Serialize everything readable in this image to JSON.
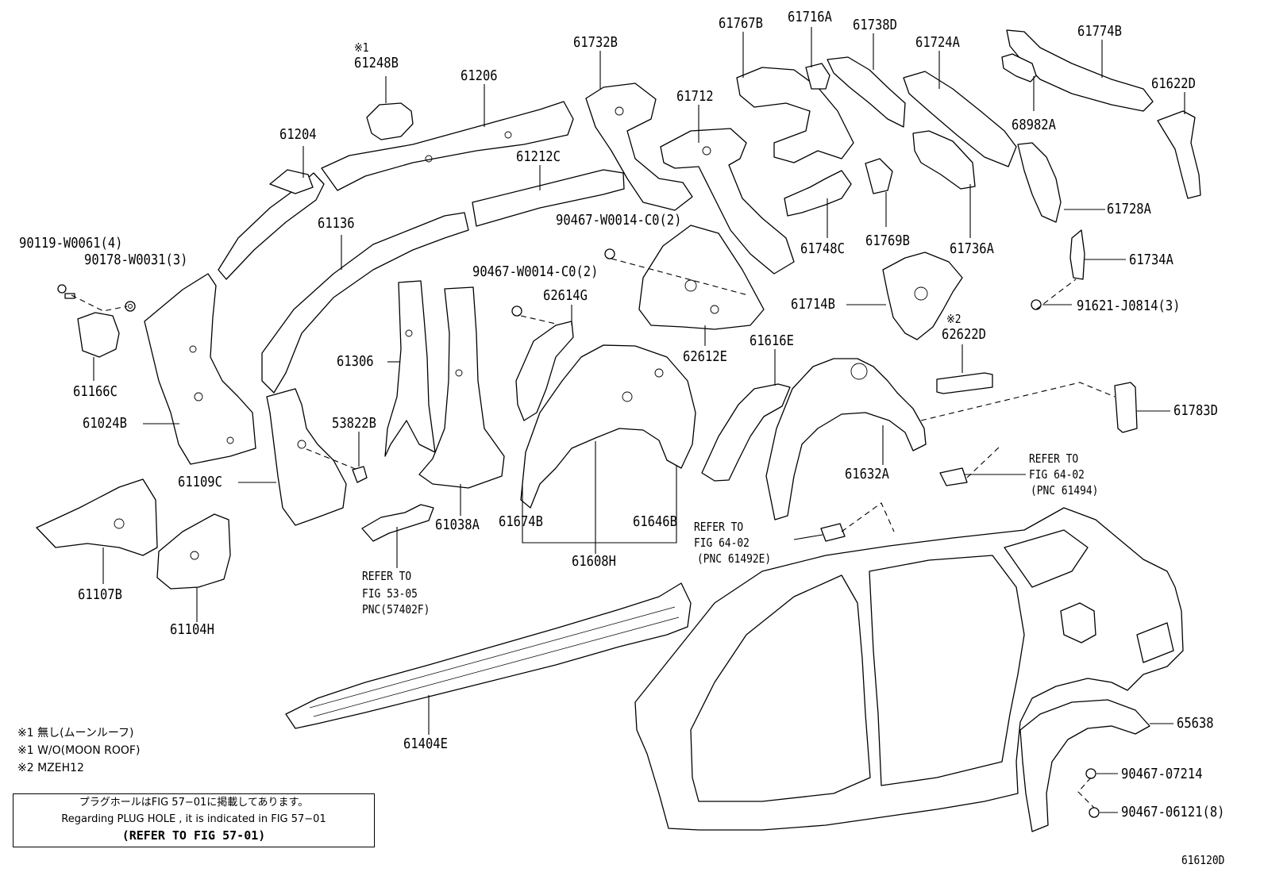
{
  "diagram_id": "616120D",
  "part_labels": [
    {
      "id": "p61248B",
      "text": "61248B"
    },
    {
      "id": "p61206",
      "text": "61206"
    },
    {
      "id": "p61732B",
      "text": "61732B"
    },
    {
      "id": "p61767B",
      "text": "61767B"
    },
    {
      "id": "p61716A",
      "text": "61716A"
    },
    {
      "id": "p61738D",
      "text": "61738D"
    },
    {
      "id": "p61724A",
      "text": "61724A"
    },
    {
      "id": "p61774B",
      "text": "61774B"
    },
    {
      "id": "p61622D",
      "text": "61622D"
    },
    {
      "id": "p61204",
      "text": "61204"
    },
    {
      "id": "p61712",
      "text": "61712"
    },
    {
      "id": "p68982A",
      "text": "68982A"
    },
    {
      "id": "p61212C",
      "text": "61212C"
    },
    {
      "id": "p61728A",
      "text": "61728A"
    },
    {
      "id": "p61136",
      "text": "61136"
    },
    {
      "id": "p90467a",
      "text": "90467-W0014-C0(2)"
    },
    {
      "id": "p61748C",
      "text": "61748C"
    },
    {
      "id": "p61769B",
      "text": "61769B"
    },
    {
      "id": "p61736A",
      "text": "61736A"
    },
    {
      "id": "p90119",
      "text": "90119-W0061(4)"
    },
    {
      "id": "p90178",
      "text": "90178-W0031(3)"
    },
    {
      "id": "p61734A",
      "text": "61734A"
    },
    {
      "id": "p90467b",
      "text": "90467-W0014-C0(2)"
    },
    {
      "id": "p62614G",
      "text": "62614G"
    },
    {
      "id": "p61714B",
      "text": "61714B"
    },
    {
      "id": "p91621",
      "text": "91621-J0814(3)"
    },
    {
      "id": "p62622D",
      "text": "62622D"
    },
    {
      "id": "p61166C",
      "text": "61166C"
    },
    {
      "id": "p61306",
      "text": "61306"
    },
    {
      "id": "p61616E",
      "text": "61616E"
    },
    {
      "id": "p62612E",
      "text": "62612E"
    },
    {
      "id": "p61024B",
      "text": "61024B"
    },
    {
      "id": "p53822B",
      "text": "53822B"
    },
    {
      "id": "p61783D",
      "text": "61783D"
    },
    {
      "id": "p61632A",
      "text": "61632A"
    },
    {
      "id": "p61109C",
      "text": "61109C"
    },
    {
      "id": "p61038A",
      "text": "61038A"
    },
    {
      "id": "p61674B",
      "text": "61674B"
    },
    {
      "id": "p61646B",
      "text": "61646B"
    },
    {
      "id": "p61608H",
      "text": "61608H"
    },
    {
      "id": "p61107B",
      "text": "61107B"
    },
    {
      "id": "p61104H",
      "text": "61104H"
    },
    {
      "id": "p61404E",
      "text": "61404E"
    },
    {
      "id": "p65638",
      "text": "65638"
    },
    {
      "id": "p90467_07214",
      "text": "90467-07214"
    },
    {
      "id": "p90467_06121",
      "text": "90467-06121(8)"
    }
  ],
  "markers": {
    "m1": "※1",
    "m2": "※2"
  },
  "refer_notes": {
    "r1_line1": "REFER TO",
    "r1_line2": "FIG 64-02",
    "r1_line3": "(PNC 61494)",
    "r2_line1": "REFER TO",
    "r2_line2": "FIG 64-02",
    "r2_line3": "(PNC 61492E)",
    "r3_line1": "REFER TO",
    "r3_line2": "FIG 53-05",
    "r3_line3": "PNC(57402F)"
  },
  "footnotes": {
    "n1": "※1 無し(ムーンルーフ)",
    "n2": "※1 W/O(MOON ROOF)",
    "n3": "※2 MZEH12"
  },
  "plug_hole_box": {
    "jp": "プラグホールはFIG 57−01に掲載してあります。",
    "en": "Regarding  PLUG HOLE , it is indicated in FIG  57−01",
    "ref": "(REFER TO FIG 57-01)"
  }
}
